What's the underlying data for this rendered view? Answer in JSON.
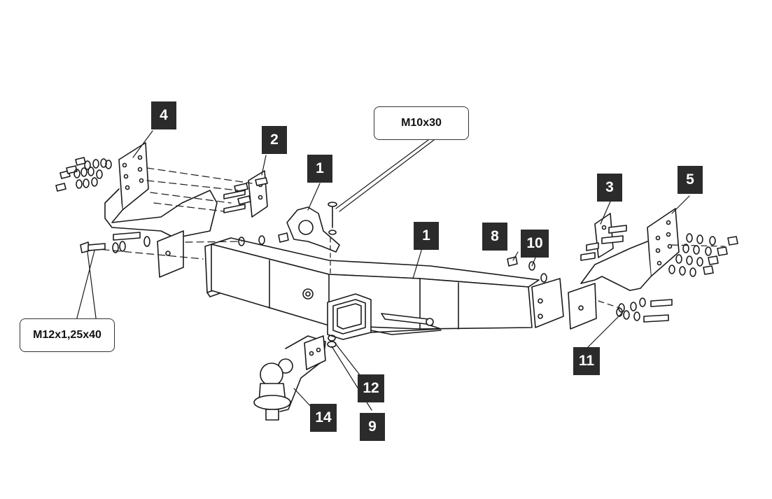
{
  "callouts": {
    "c4": "4",
    "c2": "2",
    "c1_top": "1",
    "c1_beam": "1",
    "c8": "8",
    "c10": "10",
    "c3": "3",
    "c5": "5",
    "c11": "11",
    "c12": "12",
    "c9": "9",
    "c14": "14"
  },
  "specs": {
    "bolt_top": "M10x30",
    "bolt_left": "M12x1,25x40"
  },
  "colors": {
    "line": "#1a1a1a",
    "callout_bg": "#2b2b2b",
    "callout_text": "#ffffff"
  }
}
